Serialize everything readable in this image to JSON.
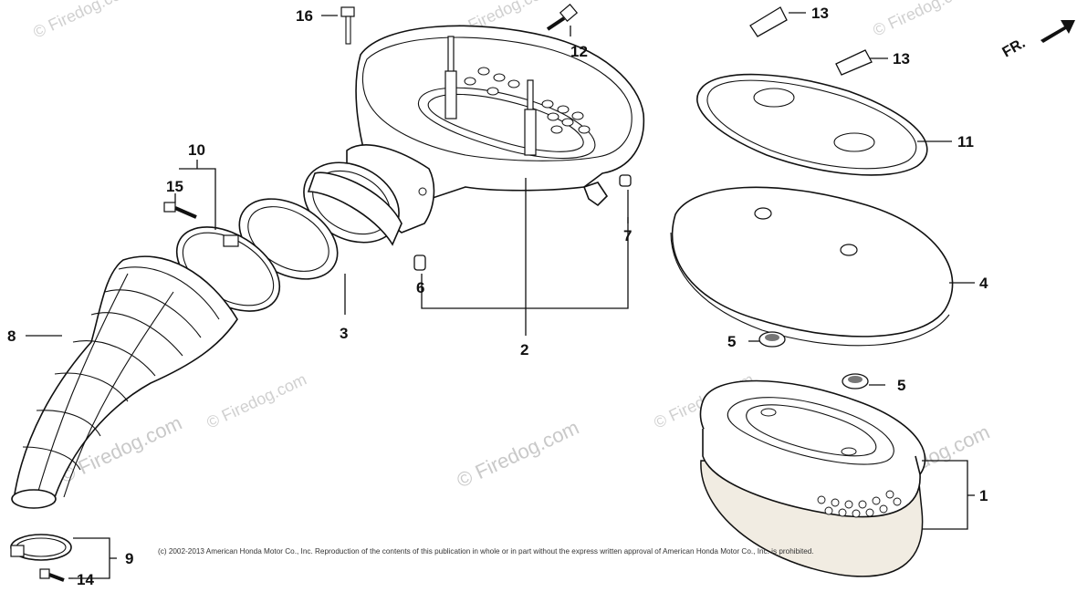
{
  "direction_indicator": "FR.",
  "watermarks": [
    "© Firedog.com",
    "© Firedog.com",
    "© Firedog.com",
    "© Firedog.com",
    "© Firedog.com",
    "© Firedog.com",
    "© Firedog.com",
    "© Firedog.com"
  ],
  "copyright": "(c) 2002-2013 American Honda Motor Co., Inc. Reproduction of the contents of this publication in whole or in part without the express written approval of American Honda Motor Co., Inc. is prohibited.",
  "callouts": {
    "c1": "1",
    "c2": "2",
    "c3": "3",
    "c4": "4",
    "c5a": "5",
    "c5b": "5",
    "c6": "6",
    "c7": "7",
    "c8": "8",
    "c9": "9",
    "c10": "10",
    "c11": "11",
    "c12": "12",
    "c13a": "13",
    "c13b": "13",
    "c14": "14",
    "c15": "15",
    "c16": "16"
  }
}
